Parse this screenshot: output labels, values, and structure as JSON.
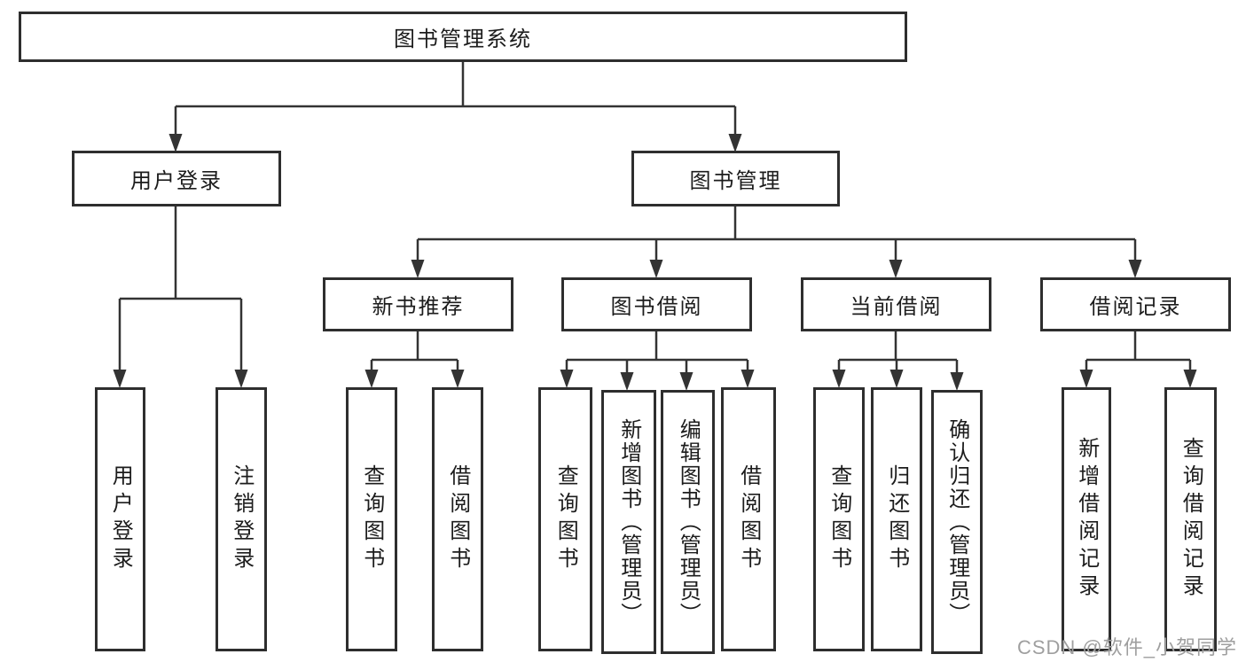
{
  "tree": {
    "label": "图书管理系统",
    "children": [
      {
        "label": "用户登录",
        "children": [
          {
            "label": "用户登录"
          },
          {
            "label": "注销登录"
          }
        ]
      },
      {
        "label": "图书管理",
        "children": [
          {
            "label": "新书推荐",
            "children": [
              {
                "label": "查询图书"
              },
              {
                "label": "借阅图书"
              }
            ]
          },
          {
            "label": "图书借阅",
            "children": [
              {
                "label": "查询图书"
              },
              {
                "label": "新增图书（管理员）"
              },
              {
                "label": "编辑图书（管理员）"
              },
              {
                "label": "借阅图书"
              }
            ]
          },
          {
            "label": "当前借阅",
            "children": [
              {
                "label": "查询图书"
              },
              {
                "label": "归还图书"
              },
              {
                "label": "确认归还（管理员）"
              }
            ]
          },
          {
            "label": "借阅记录",
            "children": [
              {
                "label": "新增借阅记录"
              },
              {
                "label": "查询借阅记录"
              }
            ]
          }
        ]
      }
    ]
  },
  "watermark": {
    "text": "CSDN @软件_小贺同学",
    "color": "#9f9f9f"
  },
  "colors": {
    "background": "#ffffff",
    "line": "#333333",
    "box_border": "#2e2e2e",
    "box_fill": "#ffffff",
    "text": "#1c1c1c"
  }
}
